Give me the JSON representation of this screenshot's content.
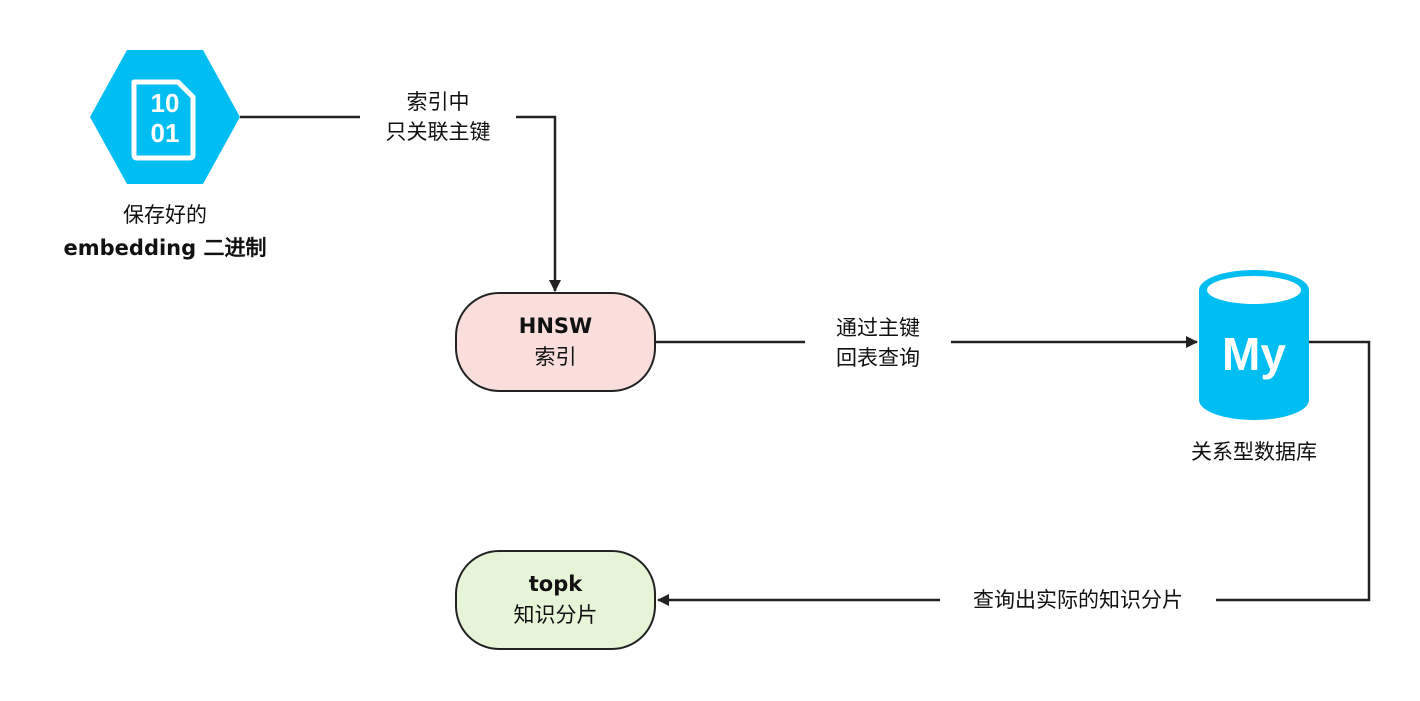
{
  "binary_file": {
    "icon_digits_top": "10",
    "icon_digits_bottom": "01",
    "caption_line1": "保存好的",
    "caption_line2": "embedding 二进制"
  },
  "hnsw_node": {
    "line1": "HNSW",
    "line2": "索引"
  },
  "database": {
    "logo_text": "My",
    "caption": "关系型数据库"
  },
  "topk_node": {
    "line1": "topk",
    "line2": "知识分片"
  },
  "edges": {
    "binary_to_hnsw": {
      "line1": "索引中",
      "line2": "只关联主键"
    },
    "hnsw_to_db": {
      "line1": "通过主键",
      "line2": "回表查询"
    },
    "db_to_topk": {
      "label": "查询出实际的知识分片"
    }
  },
  "colors": {
    "icon_blue": "#00bef2",
    "hnsw_fill": "#fadedc",
    "topk_fill": "#e6f4d7",
    "line": "#222222"
  }
}
